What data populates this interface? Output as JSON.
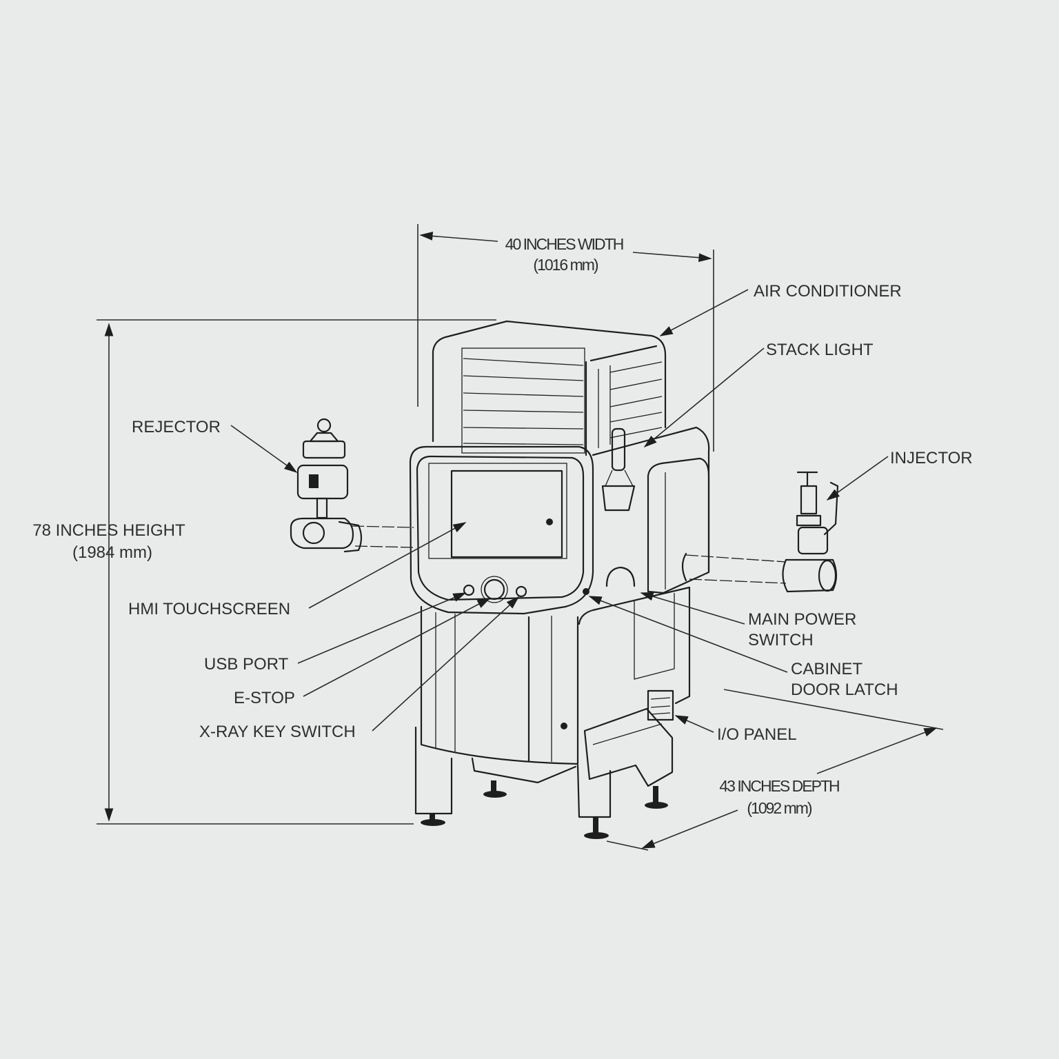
{
  "dimensions": {
    "width": {
      "label": "40 INCHES WIDTH",
      "metric": "(1016 mm)"
    },
    "height": {
      "label": "78 INCHES HEIGHT",
      "metric": "(1984 mm)"
    },
    "depth": {
      "label": "43 INCHES DEPTH",
      "metric": "(1092 mm)"
    }
  },
  "callouts": {
    "air_conditioner": "AIR CONDITIONER",
    "stack_light": "STACK LIGHT",
    "rejector": "REJECTOR",
    "injector": "INJECTOR",
    "hmi_touchscreen": "HMI TOUCHSCREEN",
    "usb_port": "USB PORT",
    "e_stop": "E-STOP",
    "xray_key_switch": "X-RAY KEY SWITCH",
    "main_power_switch": [
      "MAIN POWER",
      "SWITCH"
    ],
    "cabinet_door_latch": [
      "CABINET",
      "DOOR LATCH"
    ],
    "io_panel": "I/O PANEL"
  }
}
